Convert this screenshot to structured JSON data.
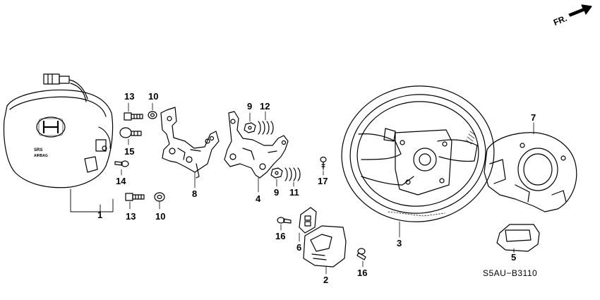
{
  "direction_label": "FR.",
  "diagram_code": "S5AU−B3110",
  "emblem_text": "SRS",
  "emblem_subtext": "AIRBAG",
  "callouts": {
    "airbag_module": "1",
    "switch_cover": "2",
    "steering_wheel": "3",
    "bracket_right": "4",
    "cover_lower": "5",
    "switch_small": "6",
    "rear_cover": "7",
    "bracket_left": "8",
    "nut_upper": "9",
    "nut_lower": "9",
    "washer_upper": "10",
    "washer_lower": "10",
    "spring_lower": "11",
    "spring_upper": "12",
    "bolt_upper": "13",
    "bolt_lower": "13",
    "screw_left": "14",
    "bolt_collar": "15",
    "screw_bottom_left": "16",
    "screw_bottom_right": "16",
    "screw_small": "17"
  }
}
